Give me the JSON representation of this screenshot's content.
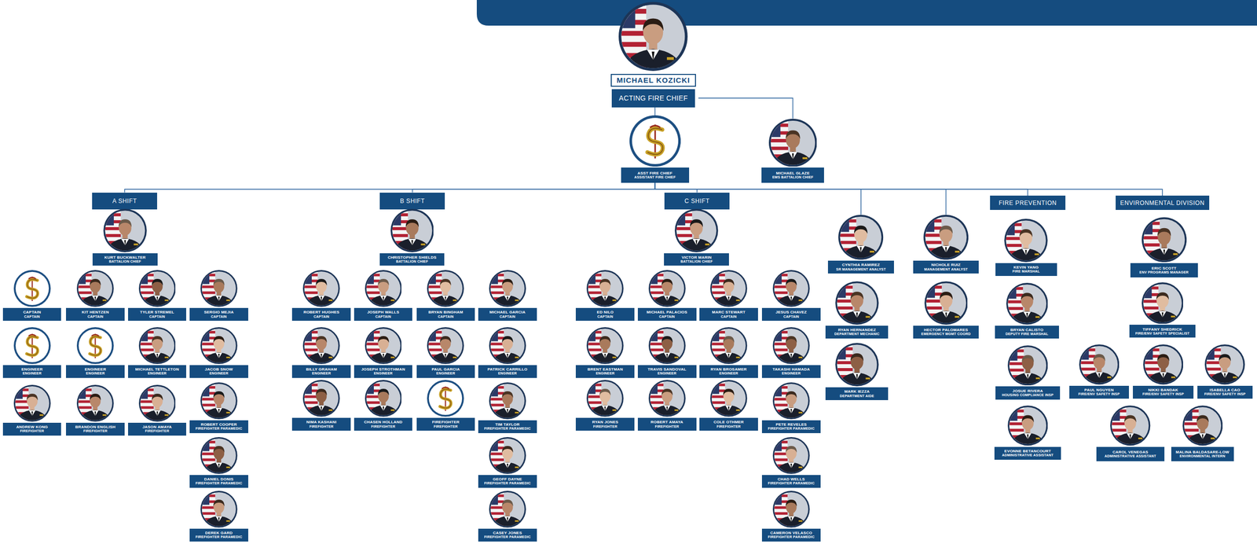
{
  "diagram": {
    "nodes": [
      {
        "text": [
          "MICHAEL KOZICKI",
          "ACTING FIRE CHIEF"
        ]
      },
      {
        "text": [
          "ASST FIRE CHIEF",
          "ASSISTANT FIRE CHIEF"
        ]
      },
      {
        "text": [
          "MICHAEL GLAZE",
          "EMS BATTALION CHIEF"
        ]
      },
      {
        "text": [
          "A SHIFT"
        ]
      },
      {
        "text": [
          "KURT BUCKWALTER",
          "BATTALION CHIEF"
        ]
      },
      {
        "text": [
          "CAPTAIN",
          "CAPTAIN"
        ]
      },
      {
        "text": [
          "ENGINEER",
          "ENGINEER"
        ]
      },
      {
        "text": [
          "ANDREW KONG",
          "FIREFIGHTER"
        ]
      },
      {
        "text": [
          "KIT HENTZEN",
          "CAPTAIN"
        ]
      },
      {
        "text": [
          "ENGINEER",
          "ENGINEER"
        ]
      },
      {
        "text": [
          "BRANDON ENGLISH",
          "FIREFIGHTER"
        ]
      },
      {
        "text": [
          "TYLER STREMEL",
          "CAPTAIN"
        ]
      },
      {
        "text": [
          "MICHAEL TETTLETON",
          "ENGINEER"
        ]
      },
      {
        "text": [
          "JASON AMAYA",
          "FIREFIGHTER"
        ]
      },
      {
        "text": [
          "SERGIO MEJIA",
          "CAPTAIN"
        ]
      },
      {
        "text": [
          "JACOB SNOW",
          "ENGINEER"
        ]
      },
      {
        "text": [
          "ROBERT COOPER",
          "FIREFIGHTER PARAMEDIC"
        ]
      },
      {
        "text": [
          "DANIEL DONIS",
          "FIREFIGHTER PARAMEDIC"
        ]
      },
      {
        "text": [
          "DEREK GARD",
          "FIREFIGHTER PARAMEDIC"
        ]
      },
      {
        "text": [
          "B SHIFT"
        ]
      },
      {
        "text": [
          "CHRISTOPHER SHIELDS",
          "BATTALION CHIEF"
        ]
      },
      {
        "text": [
          "ROBERT HUGHES",
          "CAPTAIN"
        ]
      },
      {
        "text": [
          "BILLY GRAHAM",
          "ENGINEER"
        ]
      },
      {
        "text": [
          "NIMA KASHANI",
          "FIREFIGHTER"
        ]
      },
      {
        "text": [
          "JOSEPH WALLS",
          "CAPTAIN"
        ]
      },
      {
        "text": [
          "JOSEPH STROTHMAN",
          "ENGINEER"
        ]
      },
      {
        "text": [
          "CHASEN HOLLAND",
          "FIREFIGHTER"
        ]
      },
      {
        "text": [
          "BRYAN BINGHAM",
          "CAPTAIN"
        ]
      },
      {
        "text": [
          "PAUL GARCIA",
          "ENGINEER"
        ]
      },
      {
        "text": [
          "FIREFIGHTER",
          "FIREFIGHTER"
        ]
      },
      {
        "text": [
          "MICHAEL GARCIA",
          "CAPTAIN"
        ]
      },
      {
        "text": [
          "PATRICK CARRILLO",
          "ENGINEER"
        ]
      },
      {
        "text": [
          "TIM TAYLOR",
          "FIREFIGHTER PARAMEDIC"
        ]
      },
      {
        "text": [
          "GEOFF DAYNE",
          "FIREFIGHTER PARAMEDIC"
        ]
      },
      {
        "text": [
          "CASEY JONES",
          "FIREFIGHTER PARAMEDIC"
        ]
      },
      {
        "text": [
          "C SHIFT"
        ]
      },
      {
        "text": [
          "VICTOR MARIN",
          "BATTALION CHIEF"
        ]
      },
      {
        "text": [
          "ED NILO",
          "CAPTAIN"
        ]
      },
      {
        "text": [
          "BRENT EASTMAN",
          "ENGINEER"
        ]
      },
      {
        "text": [
          "RYAN JONES",
          "FIREFIGHTER"
        ]
      },
      {
        "text": [
          "MICHAEL PALACIOS",
          "CAPTAIN"
        ]
      },
      {
        "text": [
          "TRAVIS SANDOVAL",
          "ENGINEER"
        ]
      },
      {
        "text": [
          "ROBERT AMAYA",
          "FIREFIGHTER"
        ]
      },
      {
        "text": [
          "MARC STEWART",
          "CAPTAIN"
        ]
      },
      {
        "text": [
          "RYAN BROSAMER",
          "ENGINEER"
        ]
      },
      {
        "text": [
          "COLE OTHMER",
          "FIREFIGHTER"
        ]
      },
      {
        "text": [
          "JESUS CHAVEZ",
          "CAPTAIN"
        ]
      },
      {
        "text": [
          "TAKASHI HAMADA",
          "ENGINEER"
        ]
      },
      {
        "text": [
          "PETE REVELES",
          "FIREFIGHTER PARAMEDIC"
        ]
      },
      {
        "text": [
          "CHAD WELLS",
          "FIREFIGHTER PARAMEDIC"
        ]
      },
      {
        "text": [
          "CAMERON VELASCO",
          "FIREFIGHTER PARAMEDIC"
        ]
      },
      {
        "text": [
          "CYNTHIA RAMIREZ",
          "SR MANAGEMENT ANALYST"
        ]
      },
      {
        "text": [
          "RYAN HERNANDEZ",
          "DEPARTMENT MECHANIC"
        ]
      },
      {
        "text": [
          "MARK IEZZA",
          "DEPARTMENT AIDE"
        ]
      },
      {
        "text": [
          "NICHOLE RUIZ",
          "MANAGEMENT ANALYST"
        ]
      },
      {
        "text": [
          "HECTOR PALOMARES",
          "EMERGENCY MGMT COORD"
        ]
      },
      {
        "text": [
          "FIRE PREVENTION"
        ]
      },
      {
        "text": [
          "KEVIN YANG",
          "FIRE MARSHAL"
        ]
      },
      {
        "text": [
          "BRYAN CALISTO",
          "DEPUTY FIRE MARSHAL"
        ]
      },
      {
        "text": [
          "JOSUE RIVERA",
          "HOUSING COMPLIANCE INSP"
        ]
      },
      {
        "text": [
          "EVONNE BETANCOURT",
          "ADMINISTRATIVE ASSISTANT"
        ]
      },
      {
        "text": [
          "ENVIRONMENTAL DIVISION"
        ]
      },
      {
        "text": [
          "ERIC SCOTT",
          "ENV PROGRAMS MANAGER"
        ]
      },
      {
        "text": [
          "TIFFANY SHEDRICK",
          "FIRE/ENV SAFETY SPECIALIST"
        ]
      },
      {
        "text": [
          "PAUL NGUYEN",
          "FIRE/ENV SAFETY INSP"
        ]
      },
      {
        "text": [
          "NIKKI BANDAK",
          "FIRE/ENV SAFETY INSP"
        ]
      },
      {
        "text": [
          "ISABELLA CAO",
          "FIRE/ENV SAFETY INSP"
        ]
      },
      {
        "text": [
          "CAROL VENEGAS",
          "ADMINISTRATIVE ASSISTANT"
        ]
      },
      {
        "text": [
          "MALINA BALDASARE-LOW",
          "ENVIRONMENTAL INTERN"
        ]
      }
    ],
    "edges": [
      {
        "from": 0,
        "to": 1,
        "arrow": "none"
      },
      {
        "from": 0,
        "to": 2,
        "arrow": "none"
      },
      {
        "from": 1,
        "to": 3,
        "arrow": "none"
      },
      {
        "from": 1,
        "to": 19,
        "arrow": "none"
      },
      {
        "from": 1,
        "to": 35,
        "arrow": "none"
      },
      {
        "from": 1,
        "to": 51,
        "arrow": "none"
      },
      {
        "from": 1,
        "to": 54,
        "arrow": "none"
      },
      {
        "from": 1,
        "to": 56,
        "arrow": "none"
      },
      {
        "from": 1,
        "to": 61,
        "arrow": "none"
      }
    ]
  }
}
